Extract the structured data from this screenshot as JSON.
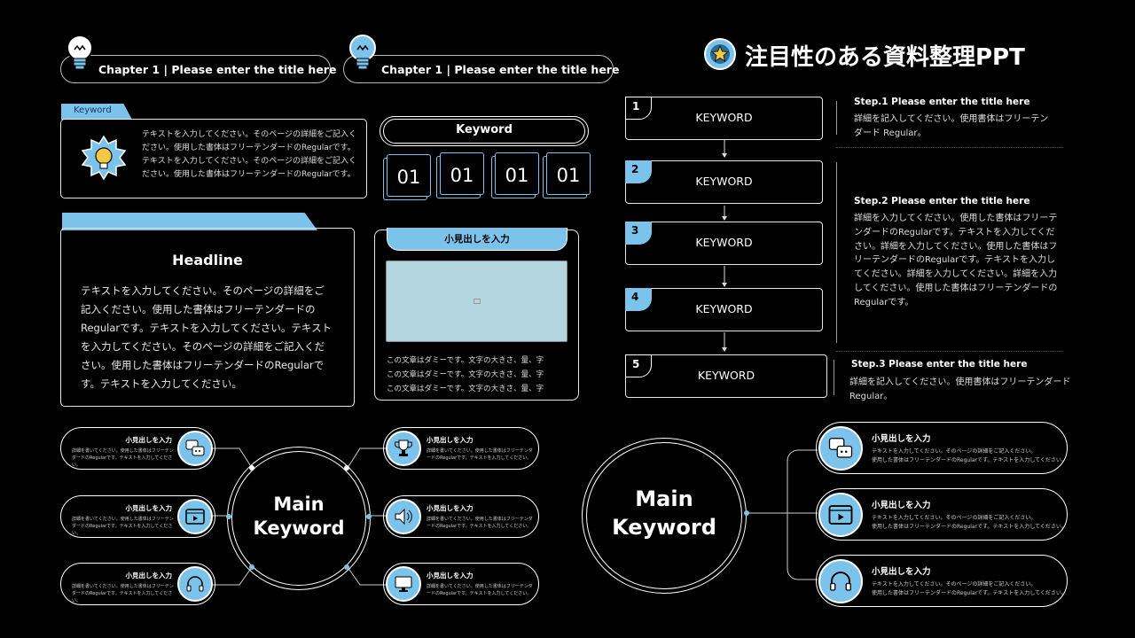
{
  "header": {
    "chapter1": "Chapter 1 | Please enter the title here",
    "chapter2": "Chapter 1 | Please enter the title here",
    "title": "注目性のある資料整理PPT"
  },
  "keyword_card": {
    "tab": "Keyword",
    "text": "テキストを入力してください。そのページの詳細をご記入ください。使用した書体はフリーテンダードのRegularです。テキストを入力してください。そのページの詳細をご記入ください。使用した書体はフリーテンダードのRegularです。"
  },
  "keyword_pill": "Keyword",
  "number_boxes": [
    "01",
    "01",
    "01",
    "01"
  ],
  "headline_card": {
    "title": "Headline",
    "text": "テキストを入力してください。そのページの詳細をご記入ください。使用した書体はフリーテンダードのRegularです。テキストを入力してください。テキストを入力してください。そのページの詳細をご記入ください。使用した書体はフリーテンダードのRegularです。テキストを入力してください。"
  },
  "image_card": {
    "title": "小見出しを入力",
    "lines": [
      "この文章はダミーです。文字の大きさ、量、字",
      "この文章はダミーです。文字の大きさ、量、字",
      "この文章はダミーです。文字の大きさ、量、字"
    ]
  },
  "steps": [
    {
      "num": "1",
      "label": "KEYWORD"
    },
    {
      "num": "2",
      "label": "KEYWORD"
    },
    {
      "num": "3",
      "label": "KEYWORD"
    },
    {
      "num": "4",
      "label": "KEYWORD"
    },
    {
      "num": "5",
      "label": "KEYWORD"
    }
  ],
  "step_notes": [
    {
      "title": "Step.1 Please enter the title here",
      "text": "詳細を記入してください。使用書体はフリーテンダード Regular。"
    },
    {
      "title": "Step.2 Please enter the title here",
      "text": "詳細を入力してください。使用した書体はフリーテンダードのRegularです。テキストを入力してください。詳細を入力してください。使用した書体はフリーテンダードのRegularです。テキストを入力してください。詳細を入力してください。詳細を入力してください。使用した書体はフリーテンダードのRegularです。"
    },
    {
      "title": "Step.3  Please enter the title here",
      "text": "詳細を記入してください。使用書体はフリーテンダード Regular。"
    }
  ],
  "mindmap_left": {
    "center": [
      "Main",
      "Keyword"
    ],
    "items": [
      {
        "title": "小見出しを入力",
        "text": "詳細を書いてください。使用した書体はフリーテンダードのRegularです。テキストを入力してください。",
        "icon": "chat-icon"
      },
      {
        "title": "小見出しを入力",
        "text": "詳細を書いてください。使用した書体はフリーテンダードのRegularです。テキストを入力してください。",
        "icon": "video-icon"
      },
      {
        "title": "小見出しを入力",
        "text": "詳細を書いてください。使用した書体はフリーテンダードのRegularです。テキストを入力してください。",
        "icon": "headphones-icon"
      },
      {
        "title": "小見出しを入力",
        "text": "詳細を書いてください。使用した書体はフリーテンダードのRegularです。テキストを入力してください。",
        "icon": "trophy-icon"
      },
      {
        "title": "小見出しを入力",
        "text": "詳細を書いてください。使用した書体はフリーテンダードのRegularです。テキストを入力してください。",
        "icon": "speaker-icon"
      },
      {
        "title": "小見出しを入力",
        "text": "詳細を書いてください。使用した書体はフリーテンダードのRegularです。テキストを入力してください。",
        "icon": "monitor-icon"
      }
    ]
  },
  "mindmap_right": {
    "center": [
      "Main",
      "Keyword"
    ],
    "items": [
      {
        "title": "小見出しを入力",
        "text1": "テキストを入力してください。そのページの詳細をご記入ください。",
        "text2": "使用した書体はフリーテンダードのRegularです。テキストを入力してください。",
        "icon": "chat-icon"
      },
      {
        "title": "小見出しを入力",
        "text1": "テキストを入力してください。そのページの詳細をご記入ください。",
        "text2": "使用した書体はフリーテンダードのRegularです。テキストを入力してください。",
        "icon": "video-icon"
      },
      {
        "title": "小見出しを入力",
        "text1": "テキストを入力してください。そのページの詳細をご記入ください。",
        "text2": "使用した書体はフリーテンダードのRegularです。テキストを入力してください。",
        "icon": "headphones-icon"
      }
    ]
  },
  "colors": {
    "accent": "#7cc3ec",
    "bg": "#000000",
    "line": "#e6e6e6",
    "image_fill": "#b4d6e0"
  }
}
